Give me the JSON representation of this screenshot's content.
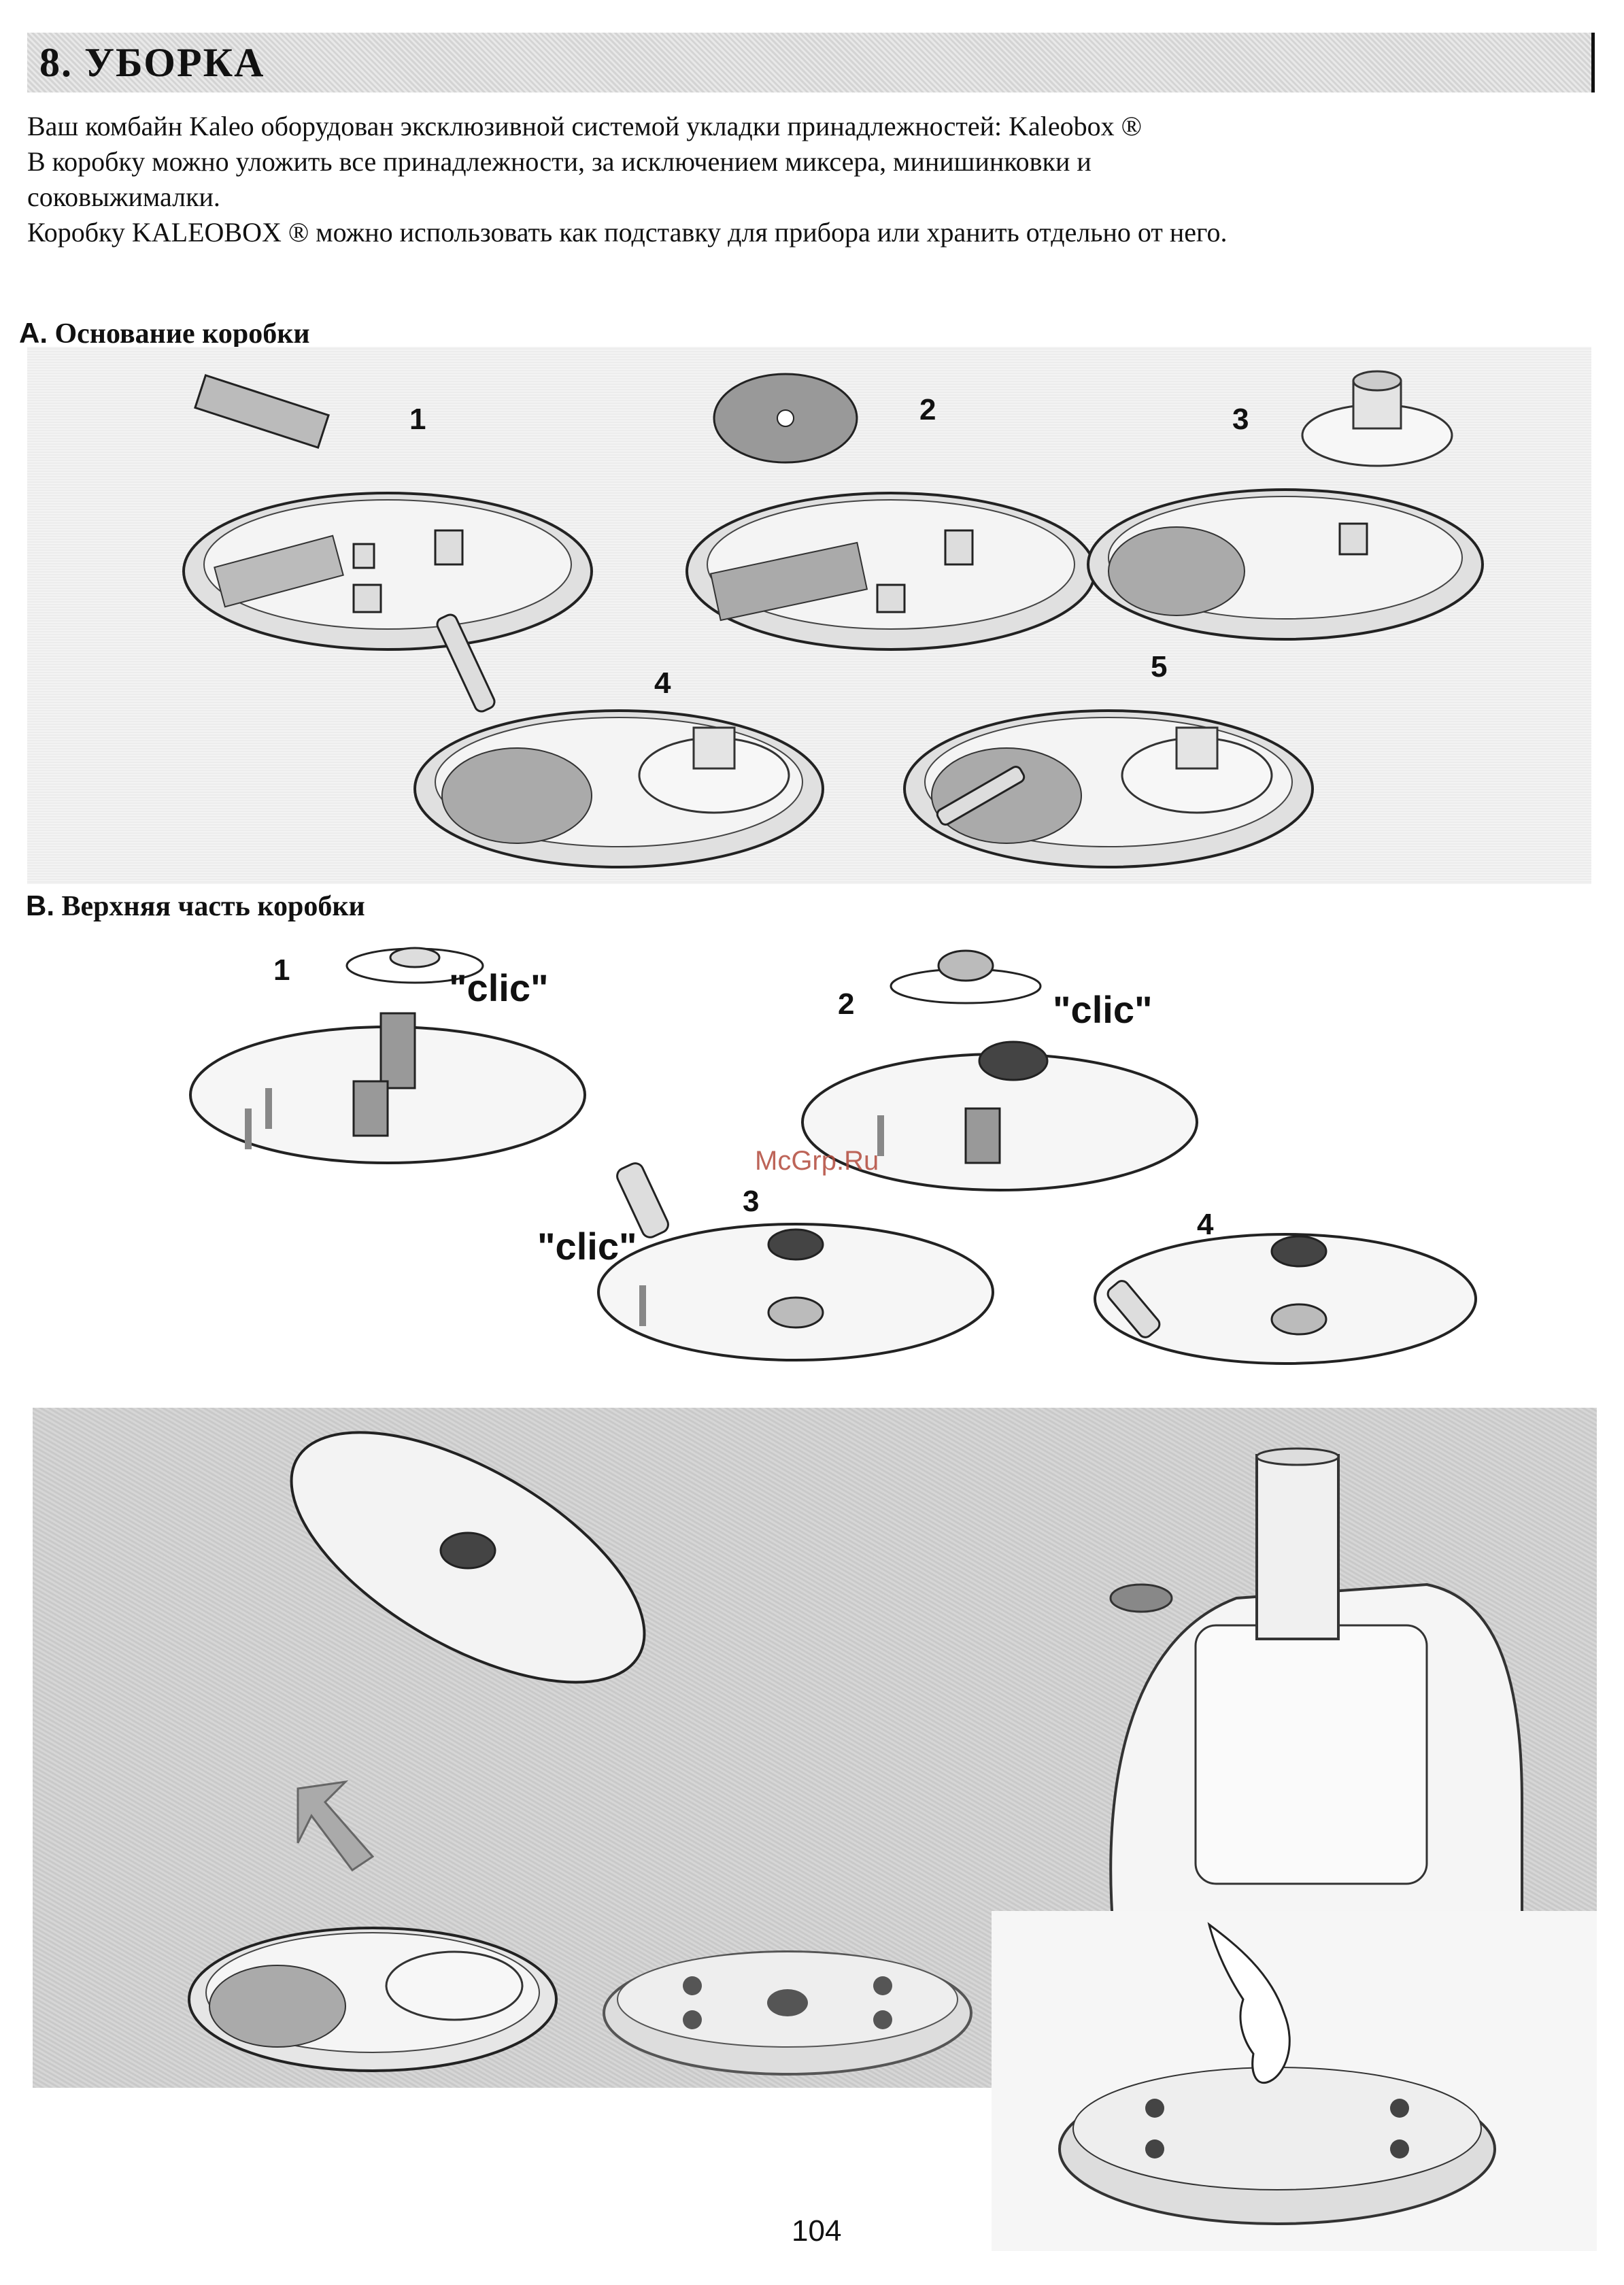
{
  "header": {
    "title": "8. УБОРКА"
  },
  "intro": {
    "line1": "Ваш комбайн Kaleo оборудован эксклюзивной системой укладки принадлежностей: Kaleobox ®",
    "line2": "В коробку можно уложить все принадлежности, за исключением миксера, минишинковки и",
    "line3": "соковыжималки.",
    "line4": "Коробку KALEOBOX ® можно использовать как подставку для прибора или хранить отдельно от него."
  },
  "section_a": {
    "letter": "A.",
    "title": "Основание коробки",
    "steps": [
      "1",
      "2",
      "3",
      "4",
      "5"
    ]
  },
  "section_b": {
    "letter": "B.",
    "title": "Верхняя часть коробки",
    "steps": [
      "1",
      "2",
      "3",
      "4"
    ],
    "clic": [
      "\"clic\"",
      "\"clic\"",
      "\"clic\""
    ]
  },
  "watermark": "McGrp.Ru",
  "page_number": "104"
}
